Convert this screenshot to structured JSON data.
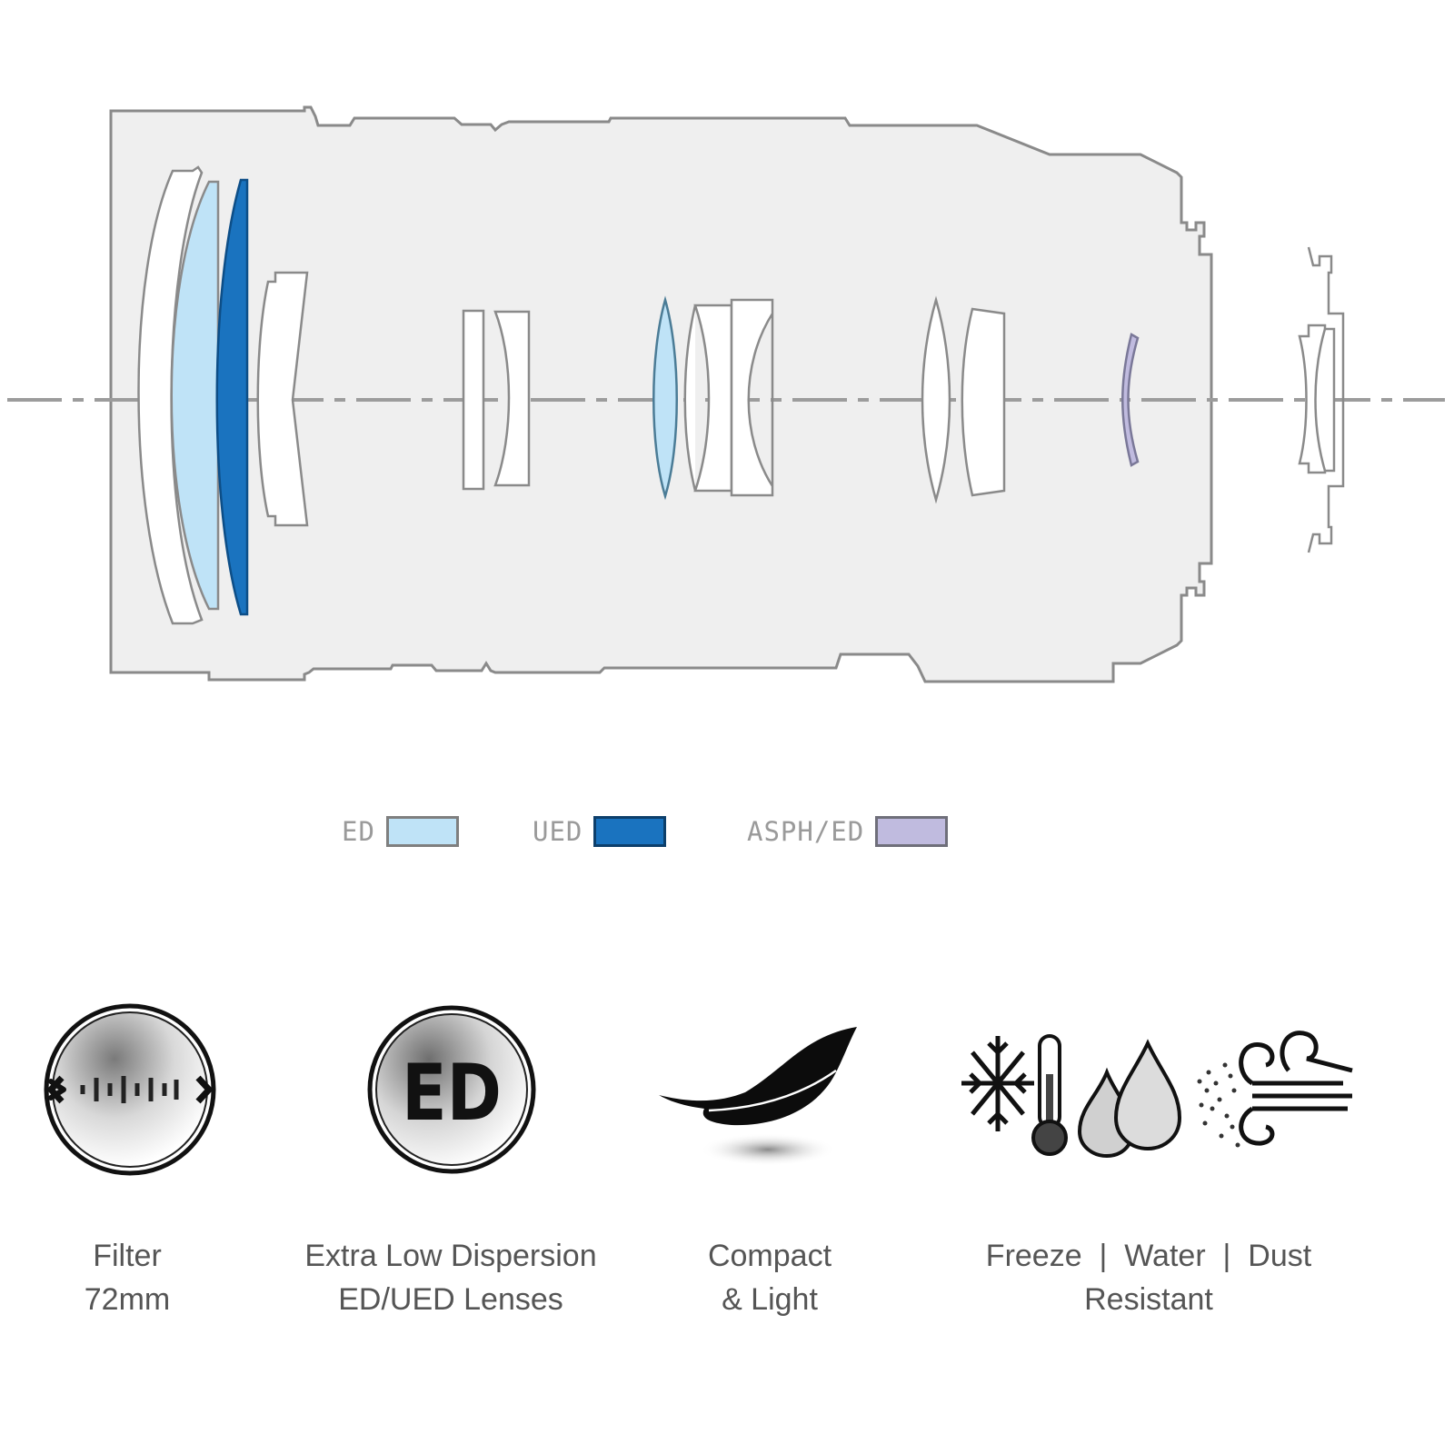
{
  "diagram": {
    "title": "Lens construction diagram",
    "optical_axis": "dash-dot center line",
    "body_fill": "#efefef",
    "outline_color": "#8a8a8a",
    "element_groups": [
      {
        "group": 1,
        "elements": [
          "plain",
          "ED",
          "UED"
        ]
      },
      {
        "group": 2,
        "elements": [
          "plain"
        ]
      },
      {
        "group": 3,
        "elements": [
          "plain",
          "plain"
        ]
      },
      {
        "group": 4,
        "elements": [
          "ED",
          "plain",
          "plain"
        ]
      },
      {
        "group": 5,
        "elements": [
          "plain",
          "plain"
        ]
      },
      {
        "group": 6,
        "elements": [
          "ASPH/ED"
        ]
      },
      {
        "group": 7,
        "elements": [
          "plain",
          "plain"
        ]
      }
    ]
  },
  "legend": {
    "items": [
      {
        "label": "ED",
        "color": "#bfe3f7"
      },
      {
        "label": "UED",
        "color": "#1a73bf"
      },
      {
        "label": "ASPH/ED",
        "color": "#c0bbdf"
      }
    ]
  },
  "features": [
    {
      "icon": "filter-size-icon",
      "line1": "Filter",
      "line2": "72mm"
    },
    {
      "icon": "ed-lens-icon",
      "icon_text": "ED",
      "line1": "Extra Low Dispersion",
      "line2": "ED/UED Lenses"
    },
    {
      "icon": "feather-icon",
      "line1": "Compact",
      "line2": "& Light"
    },
    {
      "icon": "weather-resistance-icons",
      "line1": "Freeze  |  Water  |  Dust",
      "line2": "Resistant"
    }
  ]
}
